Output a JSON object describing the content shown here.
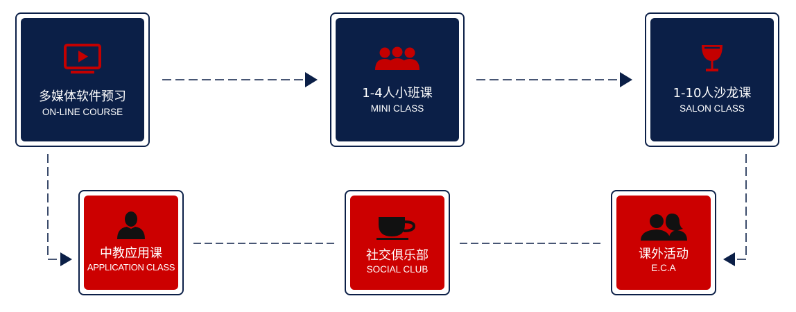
{
  "colors": {
    "navy": "#0b1f47",
    "red": "#cc0000",
    "icon_red": "#c40000",
    "icon_black": "#111111"
  },
  "nodes": [
    {
      "id": "online",
      "title": "多媒体软件预习",
      "subtitle": "ON-LINE COURSE",
      "icon": "video-icon",
      "color": "navy"
    },
    {
      "id": "mini",
      "title": "1-4人小班课",
      "subtitle": "MINI CLASS",
      "icon": "people-group-icon",
      "color": "navy"
    },
    {
      "id": "salon",
      "title": "1-10人沙龙课",
      "subtitle": "SALON CLASS",
      "icon": "wine-glass-icon",
      "color": "navy"
    },
    {
      "id": "application",
      "title": "中教应用课",
      "subtitle": "APPLICATION CLASS",
      "icon": "person-icon",
      "color": "red"
    },
    {
      "id": "social",
      "title": "社交俱乐部",
      "subtitle": "SOCIAL CLUB",
      "icon": "coffee-cup-icon",
      "color": "red"
    },
    {
      "id": "eca",
      "title": "课外活动",
      "subtitle": "E.C.A",
      "icon": "two-people-icon",
      "color": "red"
    }
  ]
}
